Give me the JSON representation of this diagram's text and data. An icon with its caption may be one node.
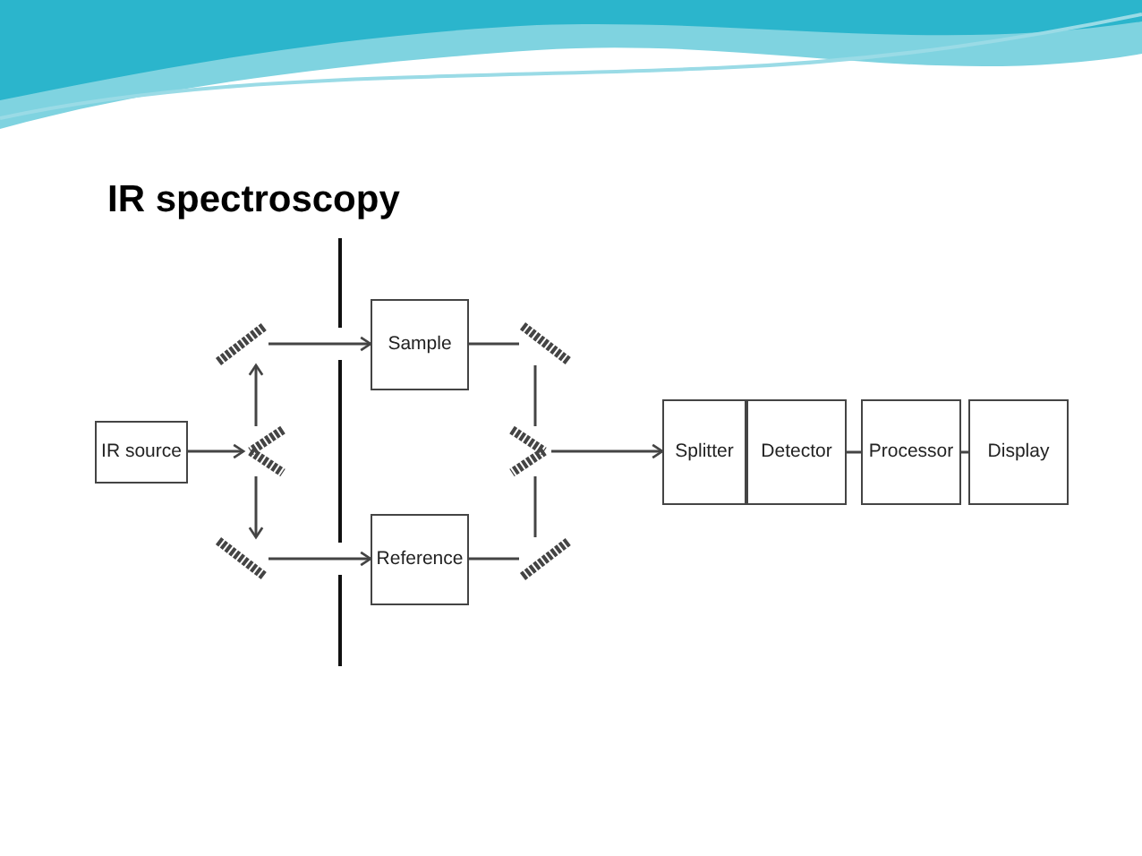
{
  "diagram": {
    "title": "IR spectroscopy",
    "nodes": [
      {
        "text": [
          "IR source"
        ]
      },
      {
        "text": [
          "Sample"
        ]
      },
      {
        "text": [
          "Reference"
        ]
      },
      {
        "text": [
          "Splitter"
        ]
      },
      {
        "text": [
          "Detector"
        ]
      },
      {
        "text": [
          "Processor"
        ]
      },
      {
        "text": [
          "Display"
        ]
      },
      {
        "text": [],
        "shape": "mirror"
      },
      {
        "text": [],
        "shape": "mirror"
      },
      {
        "text": [],
        "shape": "mirror"
      },
      {
        "text": [],
        "shape": "mirror"
      },
      {
        "text": [],
        "shape": "mirror"
      },
      {
        "text": [],
        "shape": "mirror"
      }
    ],
    "edges": [
      {
        "from": 0,
        "to": 9,
        "arrow": "to"
      },
      {
        "from": 9,
        "to": 7,
        "arrow": "to"
      },
      {
        "from": 9,
        "to": 11,
        "arrow": "to"
      },
      {
        "from": 7,
        "to": 1,
        "arrow": "to"
      },
      {
        "from": 11,
        "to": 2,
        "arrow": "to"
      },
      {
        "from": 1,
        "to": 8,
        "arrow": "none"
      },
      {
        "from": 2,
        "to": 12,
        "arrow": "none"
      },
      {
        "from": 8,
        "to": 10,
        "arrow": "none"
      },
      {
        "from": 12,
        "to": 10,
        "arrow": "none"
      },
      {
        "from": 10,
        "to": 3,
        "arrow": "to"
      },
      {
        "from": 4,
        "to": 5,
        "arrow": "none"
      },
      {
        "from": 5,
        "to": 6,
        "arrow": "none"
      }
    ]
  }
}
